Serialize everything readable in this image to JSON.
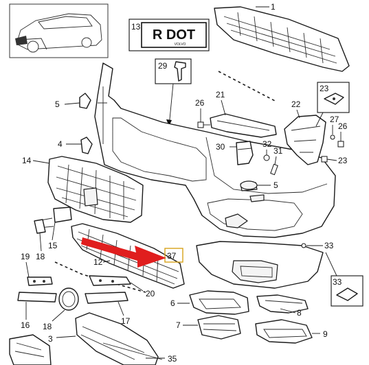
{
  "diagram": {
    "callouts": [
      "1",
      "3",
      "4",
      "5",
      "5",
      "6",
      "7",
      "8",
      "9",
      "12",
      "13",
      "14",
      "15",
      "16",
      "17",
      "18",
      "18",
      "19",
      "20",
      "21",
      "22",
      "23",
      "23",
      "26",
      "26",
      "27",
      "29",
      "30",
      "31",
      "32",
      "33",
      "33",
      "35",
      "37"
    ],
    "plate": {
      "text": "R DOT",
      "brand": "VOLVO"
    },
    "colors": {
      "arrow": "#e01e1e",
      "highlight_box": "#d7a21a",
      "line": "#1a1a1a"
    }
  }
}
